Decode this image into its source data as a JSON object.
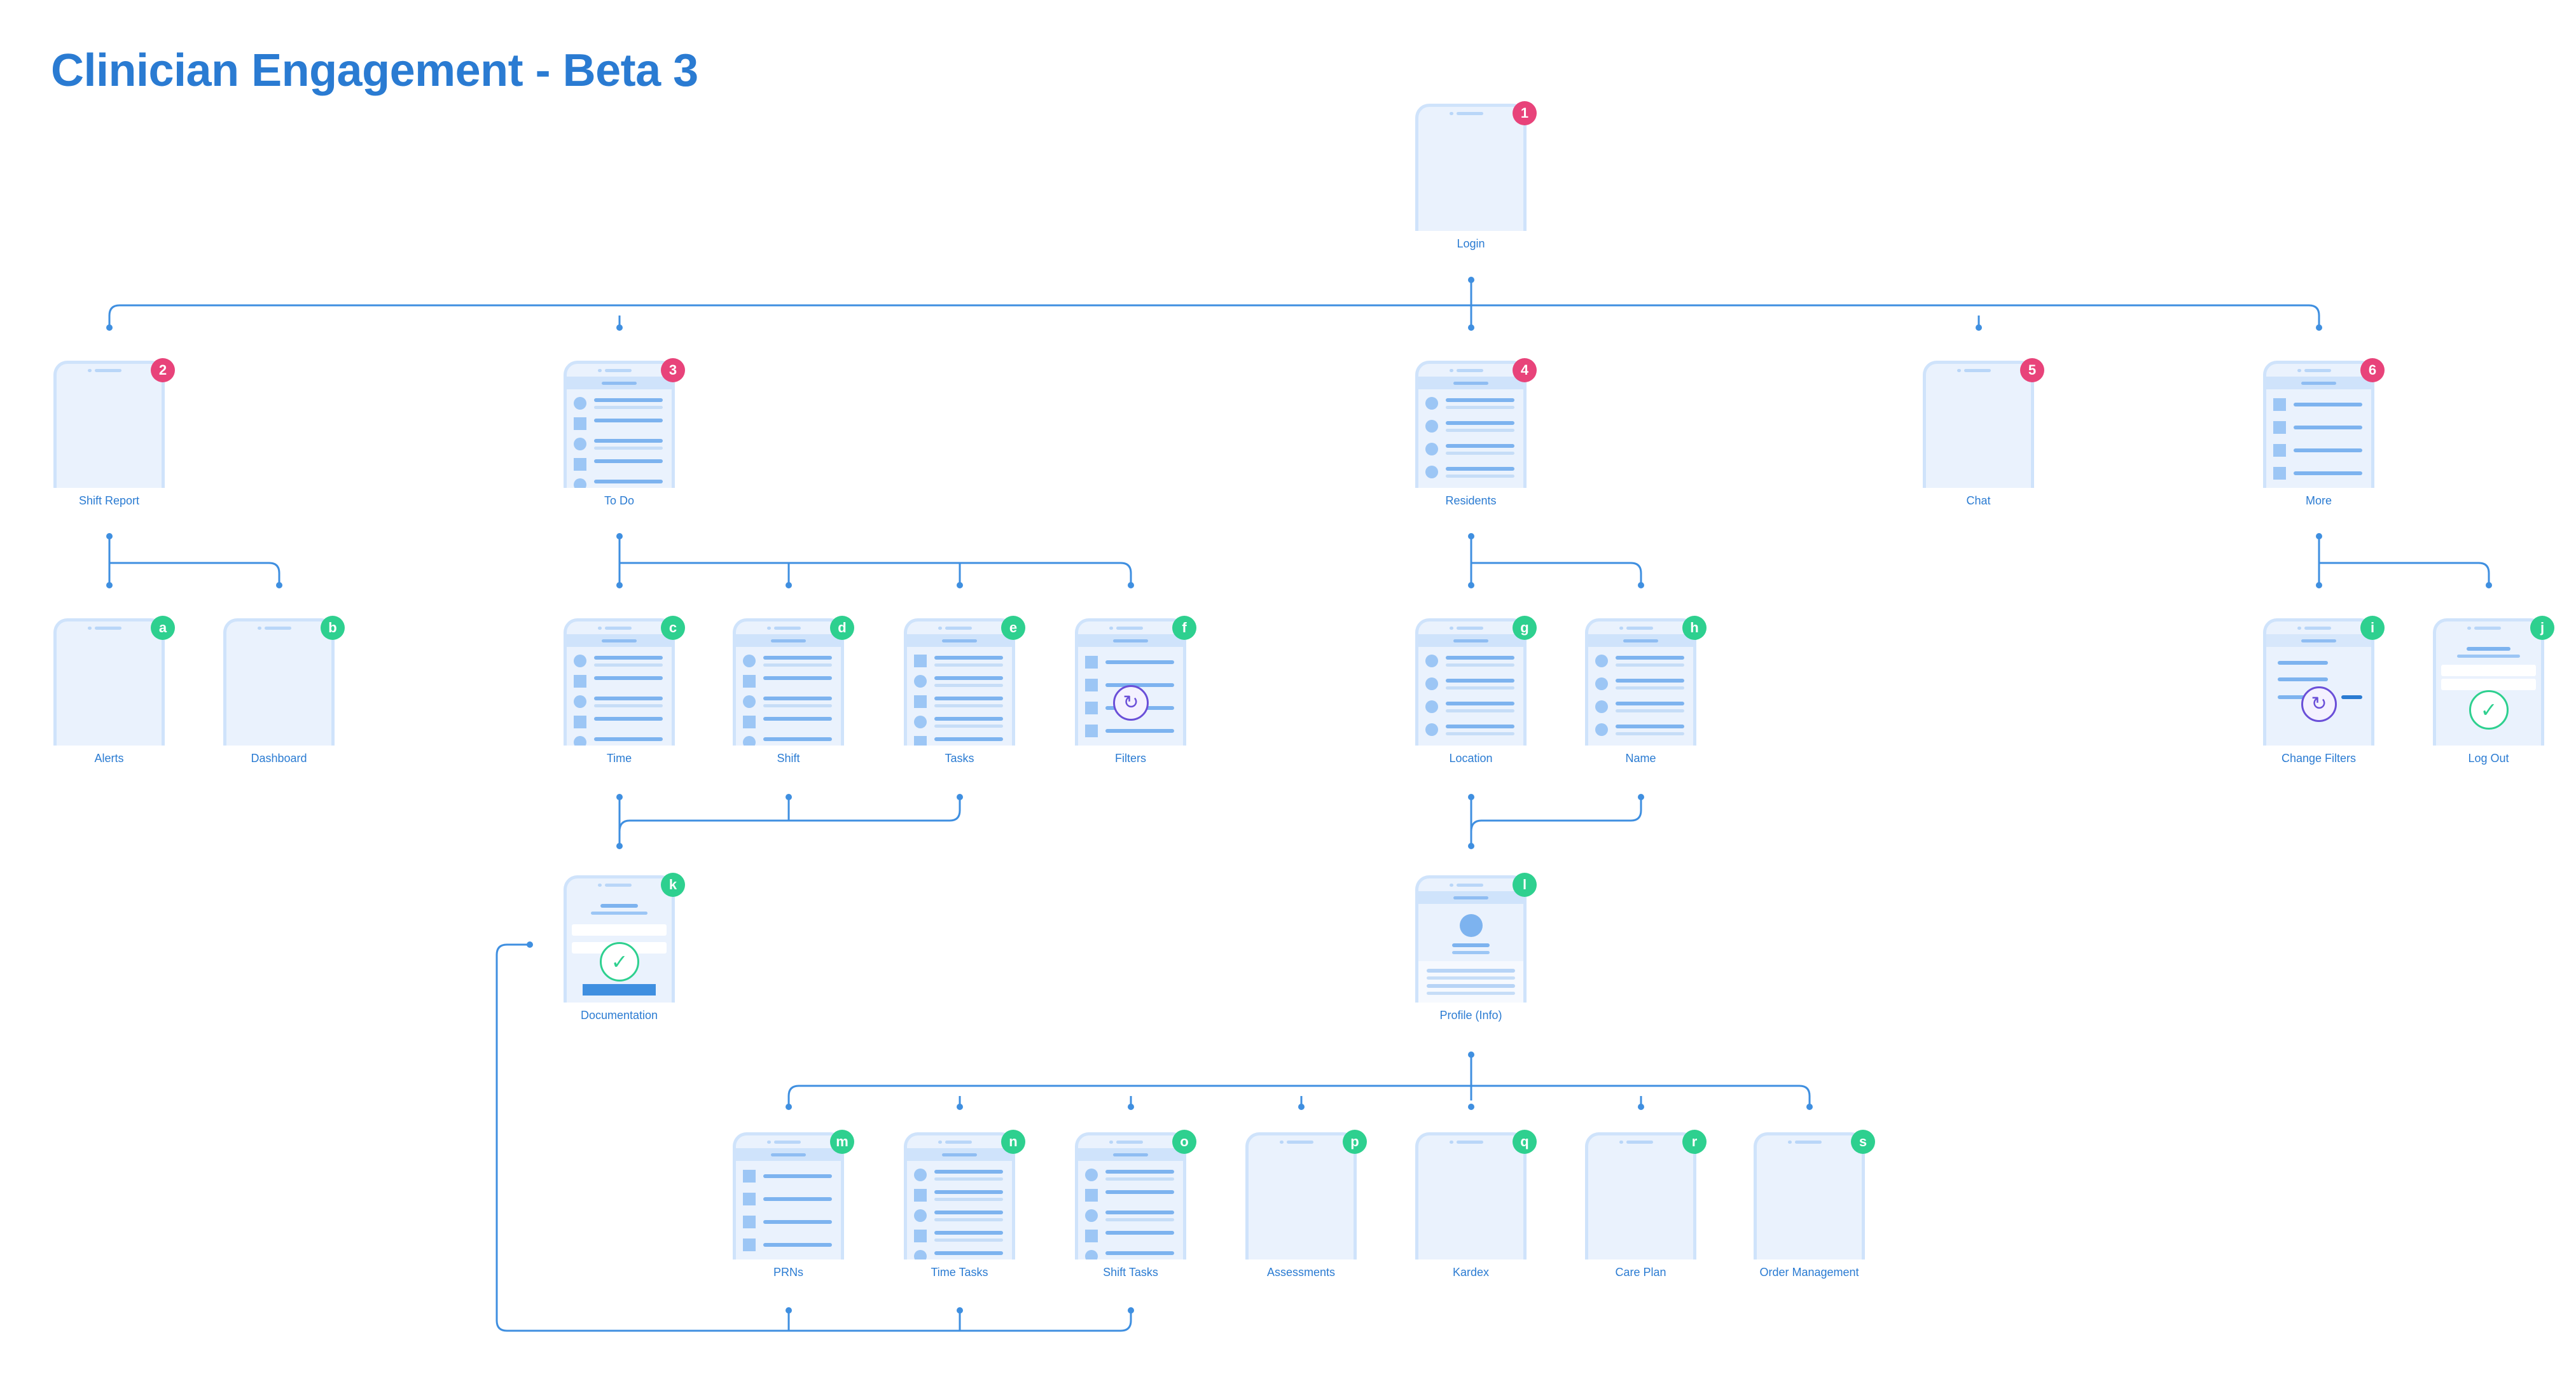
{
  "title": "Clinician Engagement - Beta 3",
  "colors": {
    "title": "#2a7bd2",
    "connector": "#3f8fe0",
    "main_badge": "#e8437a",
    "sub_badge": "#2ed08f",
    "phone_fill": "#eaf2fd"
  },
  "nodes": {
    "n1": {
      "badge": "1",
      "label": "Login"
    },
    "n2": {
      "badge": "2",
      "label": "Shift Report"
    },
    "n3": {
      "badge": "3",
      "label": "To Do"
    },
    "n4": {
      "badge": "4",
      "label": "Residents"
    },
    "n5": {
      "badge": "5",
      "label": "Chat"
    },
    "n6": {
      "badge": "6",
      "label": "More"
    },
    "na": {
      "badge": "a",
      "label": "Alerts"
    },
    "nb": {
      "badge": "b",
      "label": "Dashboard"
    },
    "nc": {
      "badge": "c",
      "label": "Time"
    },
    "nd": {
      "badge": "d",
      "label": "Shift"
    },
    "ne": {
      "badge": "e",
      "label": "Tasks"
    },
    "nf": {
      "badge": "f",
      "label": "Filters"
    },
    "ng": {
      "badge": "g",
      "label": "Location"
    },
    "nh": {
      "badge": "h",
      "label": "Name"
    },
    "ni": {
      "badge": "i",
      "label": "Change Filters"
    },
    "nj": {
      "badge": "j",
      "label": "Log Out"
    },
    "nk": {
      "badge": "k",
      "label": "Documentation"
    },
    "nl": {
      "badge": "l",
      "label": "Profile (Info)"
    },
    "nm": {
      "badge": "m",
      "label": "PRNs"
    },
    "nn": {
      "badge": "n",
      "label": "Time Tasks"
    },
    "no": {
      "badge": "o",
      "label": "Shift Tasks"
    },
    "np": {
      "badge": "p",
      "label": "Assessments"
    },
    "nq": {
      "badge": "q",
      "label": "Kardex"
    },
    "nr": {
      "badge": "r",
      "label": "Care Plan"
    },
    "ns": {
      "badge": "s",
      "label": "Order Management"
    }
  },
  "icons": {
    "refresh": "refresh-icon",
    "check": "check-circle-icon"
  }
}
